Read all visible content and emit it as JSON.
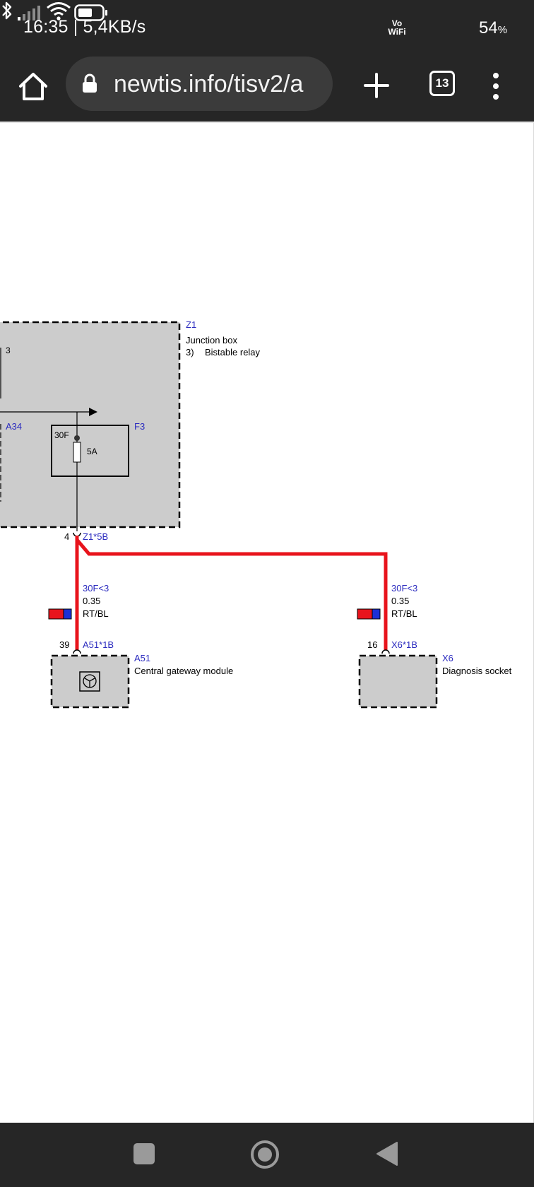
{
  "status_bar": {
    "time_speed": "16:35 | 5,4KB/s",
    "network_badge": "Vo\nWiFi",
    "battery_percent": "54",
    "battery_sign": "%",
    "icons": [
      "bluetooth-icon",
      "signal-icon",
      "wifi-icon",
      "battery-icon"
    ]
  },
  "browser": {
    "url": "newtis.info/tisv2/a",
    "tab_count": "13",
    "icons": [
      "home-icon",
      "lock-icon",
      "plus-icon",
      "tabs-icon",
      "more-vert-icon"
    ]
  },
  "diagram": {
    "junction_box": {
      "id": "Z1",
      "title": "Junction box",
      "note_number": "3)",
      "note_text": "Bistable relay",
      "pin_top": "3",
      "neighbor_id": "A34",
      "fuse": {
        "id": "F3",
        "terminal": "30F",
        "rating": "5A"
      },
      "connector_pin": "4",
      "connector_id": "Z1*5B"
    },
    "wires": [
      {
        "signal": "30F<3",
        "gauge": "0.35",
        "color_code": "RT/BL",
        "colors": [
          "#e8141c",
          "#1c2fd6"
        ]
      },
      {
        "signal": "30F<3",
        "gauge": "0.35",
        "color_code": "RT/BL",
        "colors": [
          "#e8141c",
          "#1c2fd6"
        ]
      }
    ],
    "gateway": {
      "id": "A51",
      "name": "Central gateway module",
      "connector_pin": "39",
      "connector_id": "A51*1B"
    },
    "diagnosis": {
      "id": "X6",
      "name": "Diagnosis socket",
      "connector_pin": "16",
      "connector_id": "X6*1B"
    },
    "colors": {
      "label_blue": "#2b2bbf",
      "wire_red": "#e8141c",
      "box_fill": "#cccccc"
    }
  },
  "nav_bar": {
    "icons": [
      "recents-square-icon",
      "home-circle-icon",
      "back-triangle-icon"
    ]
  }
}
